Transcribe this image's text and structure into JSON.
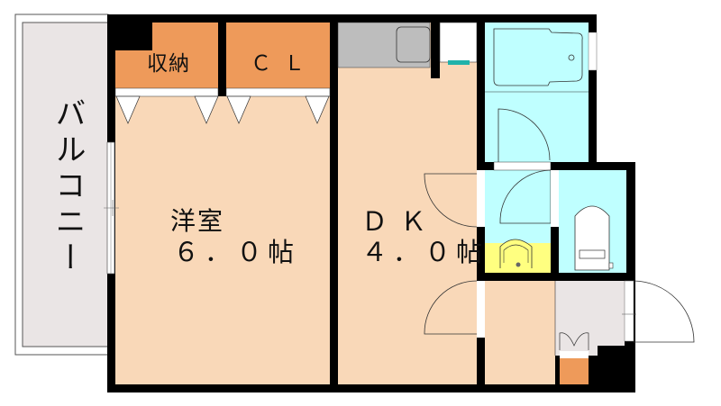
{
  "floor_plan": {
    "type": "apartment-layout",
    "layout_type": "1DK",
    "rooms": {
      "balcony": {
        "label": "バルコニー"
      },
      "storage": {
        "label": "収納"
      },
      "closet": {
        "label": "ＣＬ"
      },
      "western_room": {
        "label": "洋室",
        "size": "６．０帖"
      },
      "dining_kitchen": {
        "label": "ＤＫ",
        "size": "４．０帖"
      }
    },
    "colors": {
      "room_floor": "#F9D8B8",
      "storage": "#EE9A5A",
      "wet_area": "#BFFFFF",
      "washbasin": "#FFFF80",
      "entrance": "#EAE5E5",
      "balcony": "#EAE5E5",
      "kitchen_counter": "#BDBDBD",
      "wall": "#000000"
    }
  }
}
